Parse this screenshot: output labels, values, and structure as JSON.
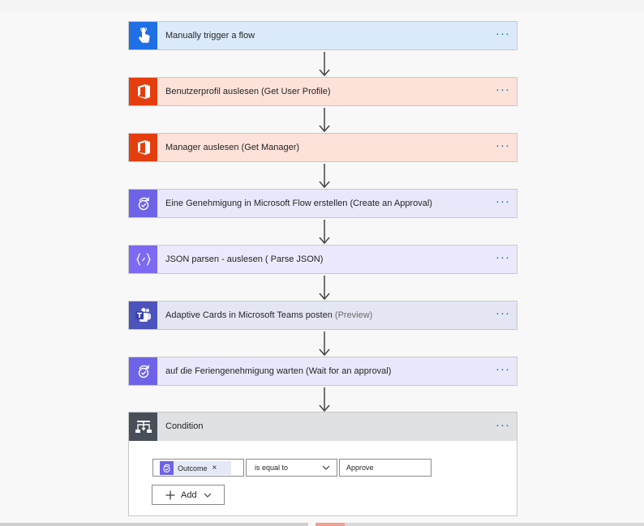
{
  "steps": [
    {
      "label": "Manually trigger a flow",
      "suffix": "",
      "icon": "hand-tap-icon"
    },
    {
      "label": "Benutzerprofil auslesen (Get User Profile)",
      "suffix": "",
      "icon": "office-icon"
    },
    {
      "label": "Manager auslesen (Get Manager)",
      "suffix": "",
      "icon": "office-icon"
    },
    {
      "label": "Eine Genehmigung in Microsoft Flow erstellen (Create an Approval)",
      "suffix": "",
      "icon": "approval-icon"
    },
    {
      "label": "JSON parsen - auslesen ( Parse JSON)",
      "suffix": "",
      "icon": "curly-braces-icon"
    },
    {
      "label": "Adaptive Cards in Microsoft Teams posten",
      "suffix": " (Preview)",
      "icon": "teams-icon"
    },
    {
      "label": "auf die Feriengenehmigung warten (Wait for an approval)",
      "suffix": "",
      "icon": "approval-icon"
    }
  ],
  "more_label": "···",
  "condition": {
    "title": "Condition",
    "token_label": "Outcome",
    "token_remove": "×",
    "operator": "is equal to",
    "value": "Approve",
    "add_label": "Add"
  },
  "colors": {
    "trigger_icon": "#1f6fe5",
    "trigger_bg": "#dbeafb",
    "office_icon": "#e43e0e",
    "office_bg": "#fde2da",
    "approval_icon": "#6e63e6",
    "approval_bg": "#e9e8fb",
    "json_icon": "#7c6af2",
    "json_bg": "#ece9fc",
    "teams_icon": "#4b53bc",
    "teams_bg": "#e5e6f4",
    "link_blue": "#0f6cbd"
  }
}
